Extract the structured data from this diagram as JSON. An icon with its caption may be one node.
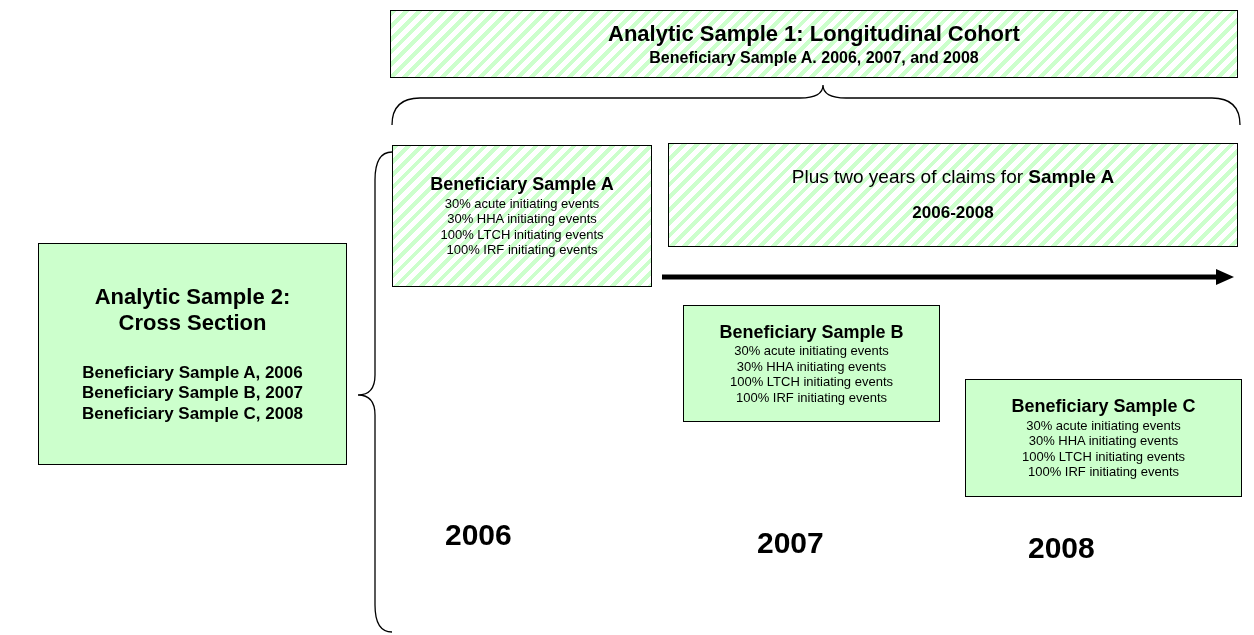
{
  "diagram": {
    "nodes": [
      {
        "text": [
          "Analytic Sample 1: Longitudinal Cohort",
          "Beneficiary Sample A. 2006, 2007, and 2008"
        ]
      },
      {
        "text": [
          "Analytic Sample 2: Cross Section",
          "Beneficiary Sample A, 2006",
          "Beneficiary Sample B, 2007",
          "Beneficiary Sample C, 2008"
        ]
      },
      {
        "text": [
          "Beneficiary Sample A",
          "30% acute initiating events",
          "30% HHA initiating events",
          "100% LTCH initiating events",
          "100% IRF initiating events"
        ]
      },
      {
        "text": [
          "Plus two years of claims for **Sample A**",
          "2006-2008"
        ]
      },
      {
        "text": [
          "Beneficiary Sample B",
          "30% acute initiating events",
          "30% HHA initiating events",
          "100% LTCH initiating events",
          "100% IRF initiating events"
        ]
      },
      {
        "text": [
          "Beneficiary Sample C",
          "30% acute initiating events",
          "30% HHA initiating events",
          "100% LTCH initiating events",
          "100% IRF initiating events"
        ]
      }
    ],
    "labels": [
      "2006",
      "2007",
      "2008"
    ]
  }
}
